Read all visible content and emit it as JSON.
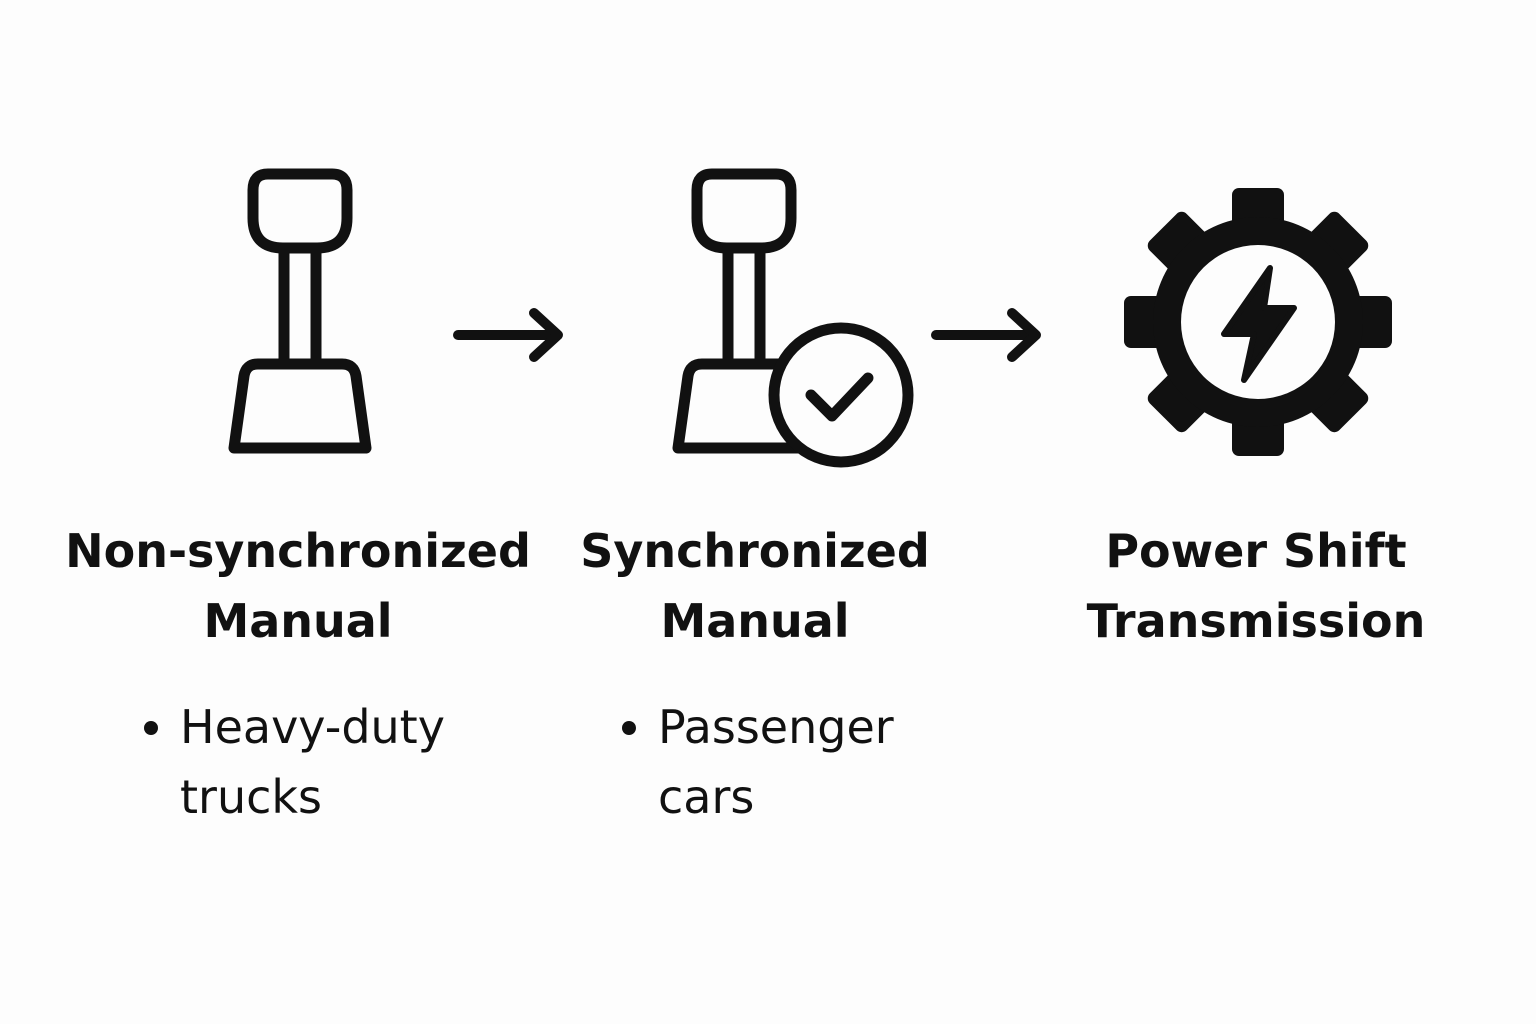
{
  "colors": {
    "background": "#fdfdfd",
    "ink": "#111111"
  },
  "stages": [
    {
      "icon": "gear-shift-lever-icon",
      "title_line1": "Non-synchronized",
      "title_line2": "Manual",
      "bullet_line1": "Heavy-duty",
      "bullet_line2": "trucks"
    },
    {
      "icon": "gear-shift-lever-check-icon",
      "title_line1": "Synchronized",
      "title_line2": "Manual",
      "bullet_line1": "Passenger",
      "bullet_line2": "cars"
    },
    {
      "icon": "gear-lightning-icon",
      "title_line1": "Power Shift",
      "title_line2": "Transmission"
    }
  ],
  "connectors": [
    "right-arrow-icon",
    "right-arrow-icon"
  ]
}
